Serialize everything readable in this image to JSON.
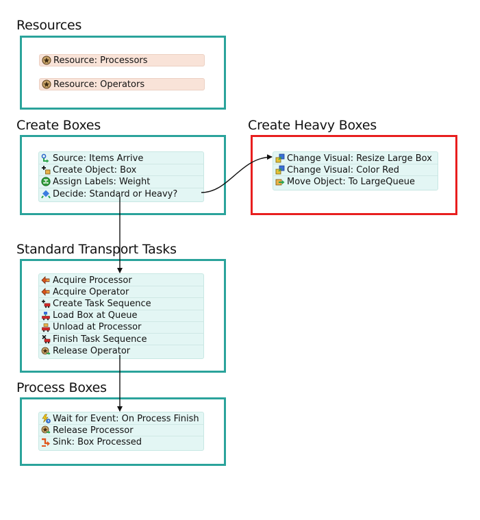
{
  "resources_section": {
    "title": "Resources",
    "items": [
      {
        "label": "Resource: Processors",
        "icon": "resource-star-icon"
      },
      {
        "label": "Resource: Operators",
        "icon": "resource-star-icon"
      }
    ]
  },
  "create_boxes_section": {
    "title": "Create Boxes",
    "activities": [
      {
        "label": "Source: Items Arrive",
        "icon": "source-icon"
      },
      {
        "label": "Create Object: Box",
        "icon": "create-object-icon"
      },
      {
        "label": "Assign Labels: Weight",
        "icon": "assign-labels-icon"
      },
      {
        "label": "Decide: Standard or Heavy?",
        "icon": "decide-icon"
      }
    ]
  },
  "create_heavy_boxes_section": {
    "title": "Create Heavy Boxes",
    "activities": [
      {
        "label": "Change Visual: Resize Large Box",
        "icon": "change-visual-icon"
      },
      {
        "label": "Change Visual: Color Red",
        "icon": "change-visual-icon"
      },
      {
        "label": "Move Object: To LargeQueue",
        "icon": "move-object-icon"
      }
    ]
  },
  "standard_transport_section": {
    "title": "Standard Transport Tasks",
    "activities": [
      {
        "label": "Acquire Processor",
        "icon": "acquire-icon"
      },
      {
        "label": "Acquire Operator",
        "icon": "acquire-icon"
      },
      {
        "label": "Create Task Sequence",
        "icon": "create-task-sequence-icon"
      },
      {
        "label": "Load Box at Queue",
        "icon": "load-icon"
      },
      {
        "label": "Unload at Processor",
        "icon": "unload-icon"
      },
      {
        "label": "Finish Task Sequence",
        "icon": "finish-task-sequence-icon"
      },
      {
        "label": "Release Operator",
        "icon": "release-icon"
      }
    ]
  },
  "process_boxes_section": {
    "title": "Process Boxes",
    "activities": [
      {
        "label": "Wait for Event: On Process Finish",
        "icon": "wait-for-event-icon"
      },
      {
        "label": "Release Processor",
        "icon": "release-icon"
      },
      {
        "label": "Sink: Box Processed",
        "icon": "sink-icon"
      }
    ]
  },
  "colors": {
    "group_border": "#2aa39b",
    "highlight_border": "#e81e1e",
    "resource_fill": "#f9e3d8",
    "activity_fill": "#e3f6f4"
  }
}
